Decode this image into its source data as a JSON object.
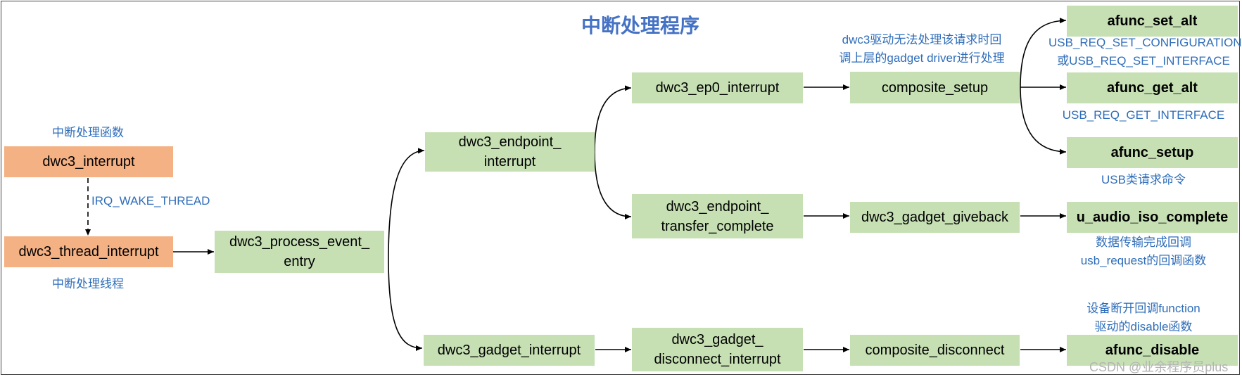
{
  "title": "中断处理程序",
  "colors": {
    "green_box": "#c6e0b4",
    "orange_box": "#f4b183",
    "note_text": "#2e6dba",
    "title_text": "#4472c4"
  },
  "nodes": {
    "dwc3_interrupt": "dwc3_interrupt",
    "dwc3_thread_interrupt": "dwc3_thread_interrupt",
    "dwc3_process_event_entry": "dwc3_process_event_\nentry",
    "dwc3_endpoint_interrupt": "dwc3_endpoint_\ninterrupt",
    "dwc3_gadget_interrupt": "dwc3_gadget_interrupt",
    "dwc3_ep0_interrupt": "dwc3_ep0_interrupt",
    "dwc3_endpoint_transfer_complete": "dwc3_endpoint_\ntransfer_complete",
    "dwc3_gadget_disconnect_interrupt": "dwc3_gadget_\ndisconnect_interrupt",
    "composite_setup": "composite_setup",
    "dwc3_gadget_giveback": "dwc3_gadget_giveback",
    "composite_disconnect": "composite_disconnect",
    "afunc_set_alt": "afunc_set_alt",
    "afunc_get_alt": "afunc_get_alt",
    "afunc_setup": "afunc_setup",
    "u_audio_iso_complete": "u_audio_iso_complete",
    "afunc_disable": "afunc_disable"
  },
  "notes": {
    "irq_handler": "中断处理函数",
    "irq_wake_thread": "IRQ_WAKE_THREAD",
    "irq_thread": "中断处理线程",
    "callback_gadget_driver": "dwc3驱动无法处理该请求时回\n调上层的gadget driver进行处理",
    "set_config_or_interface": "USB_REQ_SET_CONFIGURATION\n或USB_REQ_SET_INTERFACE",
    "get_interface": "USB_REQ_GET_INTERFACE",
    "class_request": "USB类请求命令",
    "data_transfer_complete": "数据传输完成回调\nusb_request的回调函数",
    "disable_callback": "设备断开回调function\n驱动的disable函数"
  },
  "watermark": "CSDN @业余程序员plus"
}
